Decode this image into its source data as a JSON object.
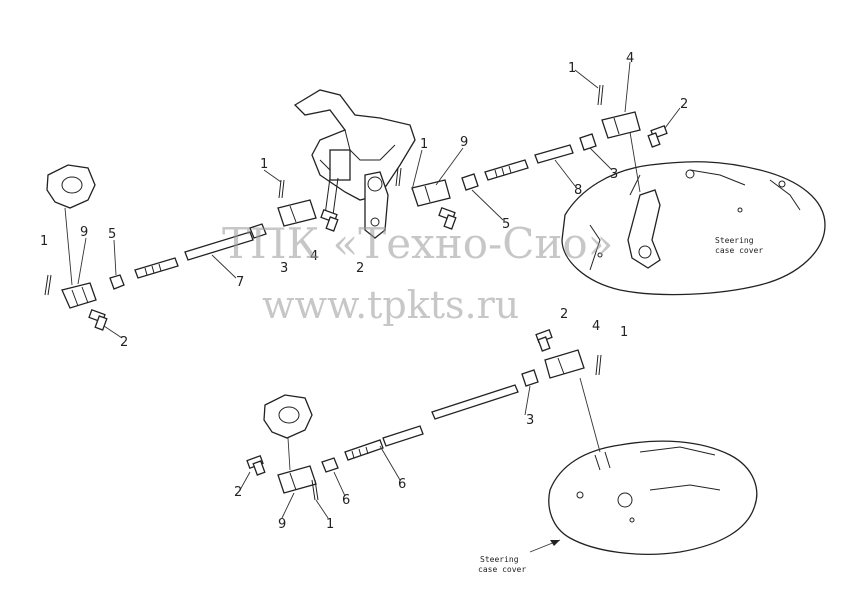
{
  "diagram": {
    "watermark_line1": "ТПК «Техно-Сио»",
    "watermark_line2": "www.tpkts.ru",
    "note_upper_line1": "Steering",
    "note_upper_line2": "case cover",
    "note_lower_line1": "Steering",
    "note_lower_line2": "case cover",
    "callouts": {
      "c1_left": "1",
      "c9_left": "9",
      "c5_left": "5",
      "c2_left": "2",
      "c7": "7",
      "c1_mid": "1",
      "c3_mid": "3",
      "c4_mid": "4",
      "c2_mid": "2",
      "c1_bracket": "1",
      "c9_mid": "9",
      "c5_mid": "5",
      "c8": "8",
      "c1_top": "1",
      "c4_top": "4",
      "c2_top": "2",
      "c3_top": "3",
      "c2_right": "2",
      "c4_right": "4",
      "c1_right": "1",
      "c3_lower": "3",
      "c6_rod": "6",
      "c5_lower": "6",
      "c2_lower": "2",
      "c9_lower": "9",
      "c1_lower": "1"
    }
  }
}
